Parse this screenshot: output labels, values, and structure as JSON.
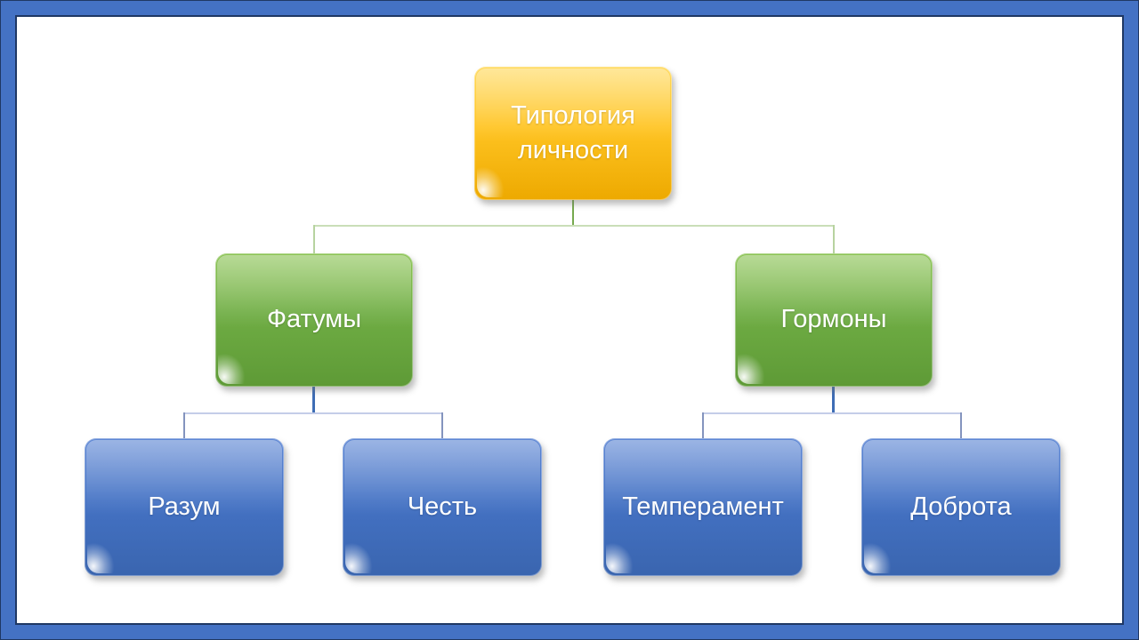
{
  "diagram": {
    "type": "hierarchy",
    "root": {
      "id": "typology",
      "label": "Типология личности",
      "color_family": "gold"
    },
    "children": [
      {
        "id": "fatums",
        "label": "Фатумы",
        "color_family": "green",
        "children": [
          {
            "id": "razum",
            "label": "Разум",
            "color_family": "blue"
          },
          {
            "id": "chest",
            "label": "Честь",
            "color_family": "blue"
          }
        ]
      },
      {
        "id": "hormones",
        "label": "Гормоны",
        "color_family": "green",
        "children": [
          {
            "id": "temperament",
            "label": "Темперамент",
            "color_family": "blue"
          },
          {
            "id": "dobrota",
            "label": "Доброта",
            "color_family": "blue"
          }
        ]
      }
    ]
  },
  "colors": {
    "gold-top": "#FFD95C",
    "gold-mid": "#FFC423",
    "gold-bottom": "#EDA900",
    "green-top": "#8CC455",
    "green-mid": "#6FAD44",
    "green-bottom": "#5E9A36",
    "blue-top": "#5E87D4",
    "blue-mid": "#4472C4",
    "blue-bottom": "#3A65AF",
    "frame-band": "#4472C4",
    "frame-line": "#1F3864",
    "conn-green": "#76A94E",
    "conn-green-light": "#C9DEB8",
    "conn-green-drop": "#B7D3A0",
    "conn-blue": "#3E6DB5",
    "conn-blue-light": "#C4CDE8",
    "conn-blue-drop": "#8494BE",
    "text": "#FFFFFF"
  }
}
